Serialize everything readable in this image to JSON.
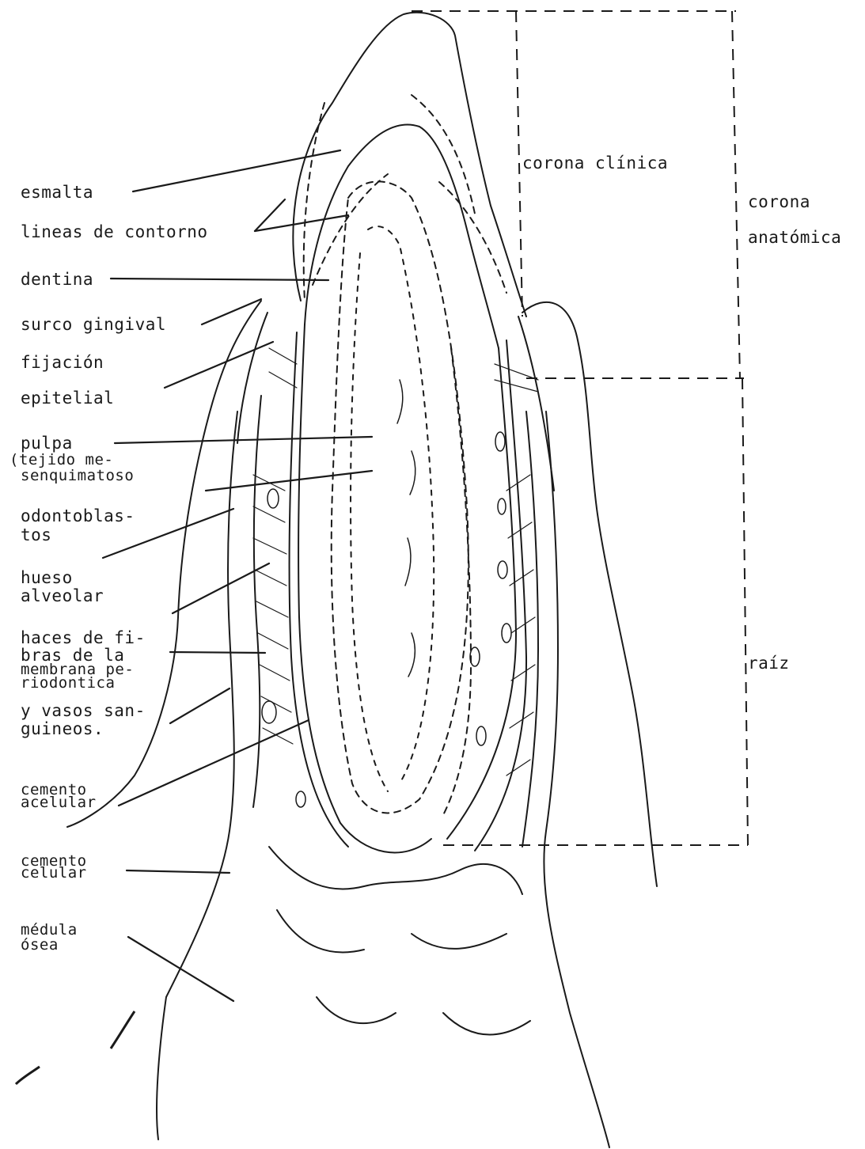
{
  "labels": {
    "esmalte": "esmalta",
    "lineas_contorno": "lineas de contorno",
    "dentina": "dentina",
    "surco_gingival": "surco gingival",
    "fijacion_1": "fijación",
    "fijacion_2": "epitelial",
    "pulpa_1": "pulpa",
    "pulpa_2": "(tejido me-",
    "pulpa_3": "senquimatoso",
    "odontoblastos_1": "odontoblas-",
    "odontoblastos_2": "tos",
    "hueso_1": "hueso",
    "hueso_2": "alveolar",
    "haces_1": "haces de fi-",
    "haces_2": "bras de la",
    "haces_3": "membrana pe-",
    "haces_4": "riodontica",
    "haces_5": "y vasos san-",
    "haces_6": "guineos.",
    "cemento_acelular_1": "cemento",
    "cemento_acelular_2": "acelular",
    "cemento_celular_1": "cemento",
    "cemento_celular_2": "celular",
    "medula_1": "médula",
    "medula_2": "ósea",
    "corona_clinica": "corona clínica",
    "corona_anatomica_1": "corona",
    "corona_anatomica_2": "anatómica",
    "raiz": "raíz"
  },
  "colors": {
    "ink": "#1a1a1a",
    "paper": "#ffffff"
  }
}
